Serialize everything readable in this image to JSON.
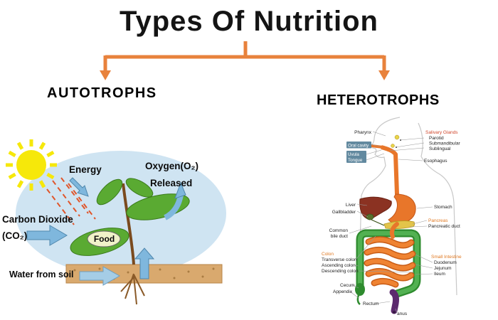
{
  "title": "Types Of Nutrition",
  "branches": {
    "left": "AUTOTROPHS",
    "right": "HETEROTROPHS"
  },
  "autotrophs": {
    "energy": "Energy",
    "oxygen": "Oxygen(O₂)",
    "released": "Released",
    "carbon_dioxide": "Carbon Dioxide",
    "co2": "(CO₂)",
    "food": "Food",
    "water": "Water from soil"
  },
  "heterotrophs": {
    "pharynx": "Pharynx",
    "oral_cavity": "Oral cavity",
    "uvula": "Uvula",
    "tongue": "Tongue",
    "salivary_glands": "Salivary Glands",
    "parotid": "Parotid",
    "submandibular": "Submandibular",
    "sublingual": "Sublingual",
    "esophagus": "Esophagus",
    "liver": "Liver",
    "gallbladder": "Gallbladder",
    "stomach": "Stomach",
    "pancreas": "Pancreas",
    "pancreatic_duct": "Pancreatic duct",
    "common": "Common",
    "bile_duct": "bile duct",
    "colon": "Colon",
    "transverse_colon": "Transverse colon",
    "ascending_colon": "Ascending colon",
    "descending_colon": "Descending colon",
    "small_intestine": "Small Intestine",
    "duodenum": "Duodenum",
    "jejunum": "Jejunum",
    "ileum": "Ileum",
    "cecum": "Cecum",
    "appendix": "Appendix",
    "rectum": "Rectum",
    "anus": "anus"
  },
  "colors": {
    "accent_orange": "#e8823c",
    "sun_yellow": "#f6e80a",
    "sky_blue": "#cfe4f2",
    "arrow_blue": "#7fb7dd",
    "soil_tan": "#d9a96e",
    "leaf_green": "#5aaa32",
    "colon_green": "#2e8b2e",
    "organ_orange": "#e8762a",
    "liver_red": "#8b3222"
  }
}
